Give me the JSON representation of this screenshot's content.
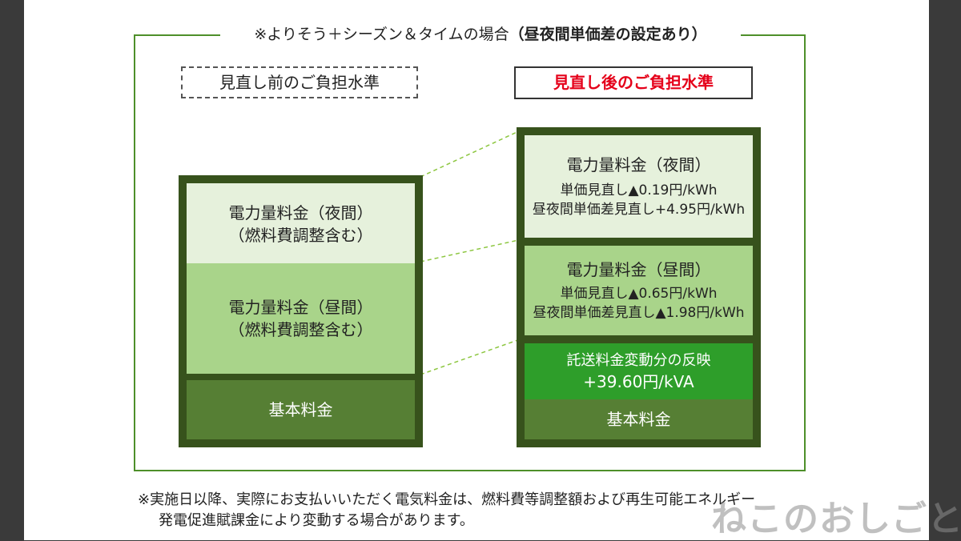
{
  "title_prefix": "※よりそう＋シーズン＆タイムの場合",
  "title_bold": "（昼夜間単価差の設定あり）",
  "before": {
    "label": "見直し前のご負担水準",
    "night_line1": "電力量料金（夜間）",
    "night_line2": "（燃料費調整含む）",
    "day_line1": "電力量料金（昼間）",
    "day_line2": "（燃料費調整含む）",
    "base": "基本料金"
  },
  "after": {
    "label": "見直し後のご負担水準",
    "night_title": "電力量料金（夜間）",
    "night_note1": "単価見直し▲0.19円/kWh",
    "night_note2": "昼夜間単価差見直し+4.95円/kWh",
    "day_title": "電力量料金（昼間）",
    "day_note1": "単価見直し▲0.65円/kWh",
    "day_note2": "昼夜間単価差見直し▲1.98円/kWh",
    "transfer_title": "託送料金変動分の反映",
    "transfer_value": "+39.60円/kVA",
    "base": "基本料金"
  },
  "footnote": {
    "line1": "※実施日以降、実際にお支払いいただく電気料金は、燃料費等調整額および再生可能エネルギー",
    "line2": "発電促進賦課金により変動する場合があります。"
  },
  "watermark": "ねこのおしごと",
  "colors": {
    "frame": "#4e8f2a",
    "night": "#e6f1dc",
    "day": "#a9d48a",
    "base": "#567f34",
    "transfer": "#2e9e2a",
    "connector": "#8cc63f",
    "after_label": "#e5001a"
  }
}
